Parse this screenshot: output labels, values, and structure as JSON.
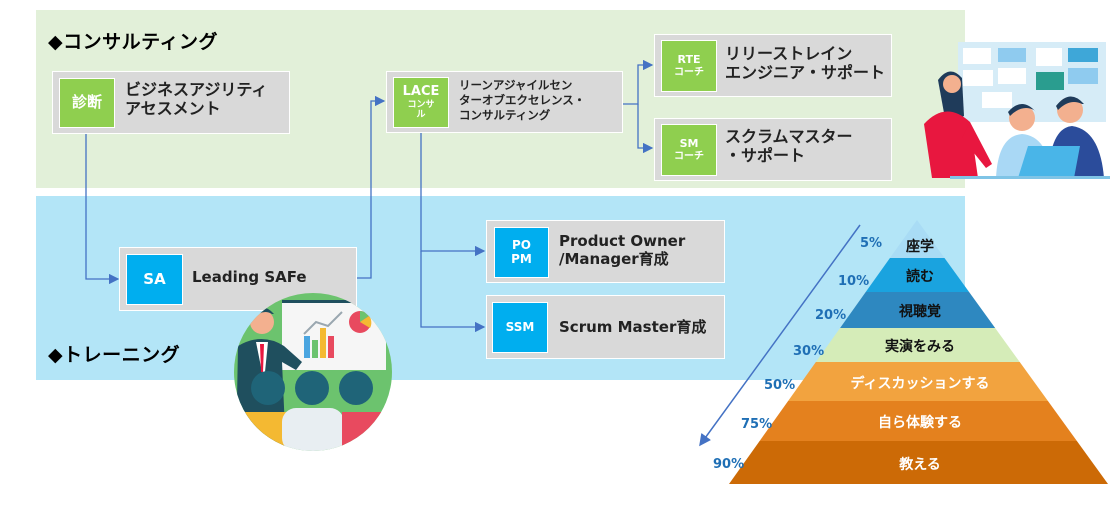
{
  "sections": {
    "consulting": {
      "title": "◆コンサルティング",
      "color": "#e2f0d9"
    },
    "training": {
      "title": "◆トレーニング",
      "color": "#b3e5f7"
    }
  },
  "cards": {
    "diagnosis": {
      "tag": "診断",
      "label": "ビジネスアジリティ\nアセスメント"
    },
    "lace": {
      "tag_line1": "LACE",
      "tag_line2": "コンサ\nル",
      "label": "リーンアジャイルセン\nターオブエクセレンス・\nコンサルティング"
    },
    "rte": {
      "tag_line1": "RTE",
      "tag_line2": "コーチ",
      "label": "リリーストレイン\nエンジニア・サポート"
    },
    "sm": {
      "tag_line1": "SM",
      "tag_line2": "コーチ",
      "label": "スクラムマスター\n・サポート"
    },
    "sa": {
      "tag": "SA",
      "label": "Leading SAFe"
    },
    "popm": {
      "tag_line1": "PO",
      "tag_line2": "PM",
      "label": "Product Owner\n/Manager育成"
    },
    "ssm": {
      "tag": "SSM",
      "label": "Scrum Master育成"
    }
  },
  "colors": {
    "card_bg": "#d9d9d9",
    "tag_green": "#8fcf4f",
    "tag_blue": "#00aeef",
    "connector": "#4472c4",
    "pct_text": "#1f6fb5"
  },
  "learning_pyramid": {
    "layers": [
      {
        "label": "座学",
        "retention": "5%",
        "color": "#a9dcf5",
        "text_color": "#111111"
      },
      {
        "label": "読む",
        "retention": "10%",
        "color": "#1aa3df",
        "text_color": "#111111"
      },
      {
        "label": "視聴覚",
        "retention": "20%",
        "color": "#2e88c0",
        "text_color": "#111111"
      },
      {
        "label": "実演をみる",
        "retention": "30%",
        "color": "#d5ecb8",
        "text_color": "#111111"
      },
      {
        "label": "ディスカッションする",
        "retention": "50%",
        "color": "#f2a33f",
        "text_color": "#ffffff"
      },
      {
        "label": "自ら体験する",
        "retention": "75%",
        "color": "#e4811e",
        "text_color": "#ffffff"
      },
      {
        "label": "教える",
        "retention": "90%",
        "color": "#cc6a06",
        "text_color": "#ffffff"
      }
    ]
  },
  "illustrations": {
    "team_meeting": "team-meeting-illustration",
    "presentation": "presentation-illustration"
  }
}
